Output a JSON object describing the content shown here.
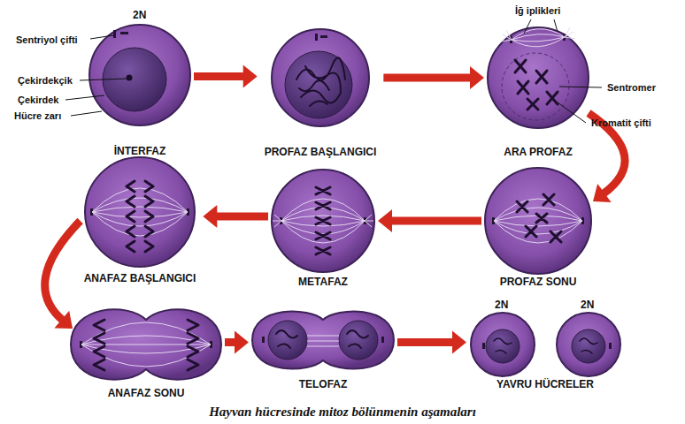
{
  "diagram": {
    "caption": "Hayvan hücresinde mitoz bölünmenin aşamaları",
    "nodes": [
      {
        "text": [
          "İNTERFAZ"
        ]
      },
      {
        "text": [
          "PROFAZ BAŞLANGICI"
        ]
      },
      {
        "text": [
          "ARA PROFAZ"
        ]
      },
      {
        "text": [
          "ANAFAZ BAŞLANGICI"
        ]
      },
      {
        "text": [
          "METAFAZ"
        ]
      },
      {
        "text": [
          "PROFAZ SONU"
        ]
      },
      {
        "text": [
          "ANAFAZ SONU"
        ]
      },
      {
        "text": [
          "TELOFAZ"
        ]
      },
      {
        "text": [
          "YAVRU HÜCRELER"
        ]
      }
    ],
    "edges": [
      {
        "from": 0,
        "to": 1,
        "arrow": "to"
      },
      {
        "from": 1,
        "to": 2,
        "arrow": "to"
      },
      {
        "from": 2,
        "to": 5,
        "arrow": "to"
      },
      {
        "from": 5,
        "to": 4,
        "arrow": "to"
      },
      {
        "from": 4,
        "to": 3,
        "arrow": "to"
      },
      {
        "from": 3,
        "to": 6,
        "arrow": "to"
      },
      {
        "from": 6,
        "to": 7,
        "arrow": "to"
      },
      {
        "from": 7,
        "to": 8,
        "arrow": "to"
      }
    ],
    "labels": [
      "2N",
      "Sentriyol çifti",
      "Çekirdekçik",
      "Çekirdek",
      "Hücre zarı",
      "İğ iplikleri",
      "Sentromer",
      "Kromatit çifti",
      "2N",
      "2N"
    ]
  }
}
